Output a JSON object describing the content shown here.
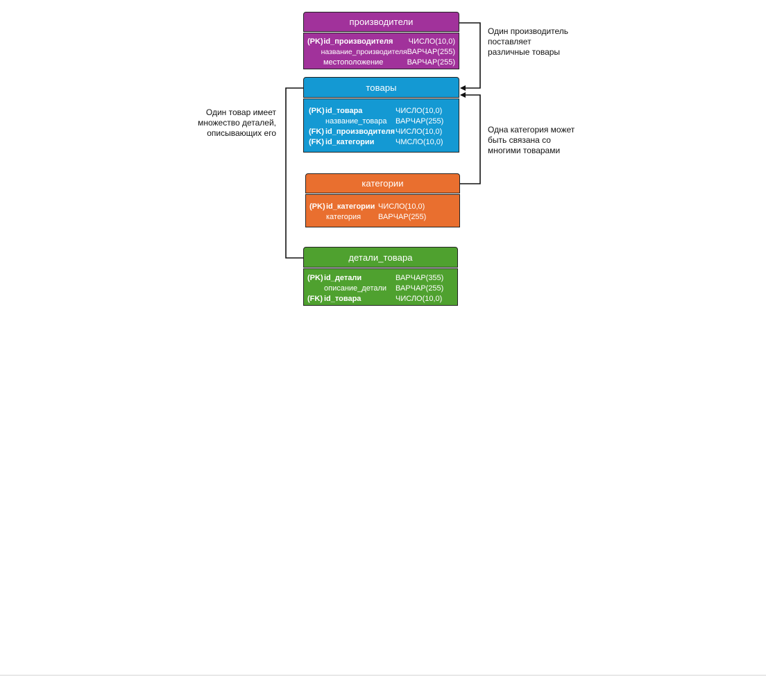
{
  "colors": {
    "manufacturers": "#a1329b",
    "products": "#1499d3",
    "categories": "#e96f2f",
    "details": "#4fa12f",
    "line": "#111111"
  },
  "entities": {
    "manufacturers": {
      "title": "производители",
      "attrs": [
        {
          "key": "(PK)",
          "name": "id_производителя",
          "type": "ЧИСЛО(10,0)",
          "bold": true
        },
        {
          "key": "",
          "name": "название_производителя",
          "type": "ВАРЧАР(255)",
          "bold": false
        },
        {
          "key": "",
          "name": "местоположение",
          "type": "ВАРЧАР(255)",
          "bold": false
        }
      ]
    },
    "products": {
      "title": "товары",
      "attrs": [
        {
          "key": "(PK)",
          "name": "id_товара",
          "type": "ЧИСЛО(10,0)",
          "bold": true
        },
        {
          "key": "",
          "name": "название_товара",
          "type": "ВАРЧАР(255)",
          "bold": false
        },
        {
          "key": "(FK)",
          "name": "id_производителя",
          "type": "ЧИСЛО(10,0)",
          "bold": true
        },
        {
          "key": "(FK)",
          "name": "id_категории",
          "type": "ЧМСЛО(10,0)",
          "bold": true
        }
      ]
    },
    "categories": {
      "title": "категории",
      "attrs": [
        {
          "key": "(PK)",
          "name": "id_категории",
          "type": "ЧИСЛО(10,0)",
          "bold": true
        },
        {
          "key": "",
          "name": "категория",
          "type": "ВАРЧАР(255)",
          "bold": false
        }
      ]
    },
    "details": {
      "title": "детали_товара",
      "attrs": [
        {
          "key": "(PK)",
          "name": "id_детали",
          "type": "ВАРЧАР(355)",
          "bold": true
        },
        {
          "key": "",
          "name": "описание_детали",
          "type": "ВАРЧАР(255)",
          "bold": false
        },
        {
          "key": "(FK)",
          "name": "id_товара",
          "type": "ЧИСЛО(10,0)",
          "bold": true
        }
      ]
    }
  },
  "notes": {
    "manufacturer_products": [
      "Один производитель",
      "поставляет",
      "различные товары"
    ],
    "category_products": [
      "Одна категория может",
      "быть связана со",
      "многими товарами"
    ],
    "product_details": [
      "Один товар имеет",
      "множество деталей,",
      "описывающих его"
    ]
  }
}
